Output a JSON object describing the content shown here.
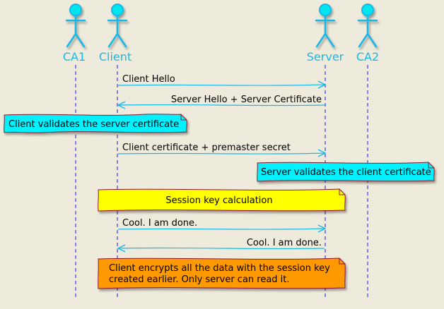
{
  "colors": {
    "background": "#eeebdc",
    "actor_fill": "#00e5ee",
    "actor_stroke": "#18b8e8",
    "label": "#18b8e8",
    "lifeline": "#1a1aee",
    "arrow": "#18b8e8",
    "note_border": "#8a1a2a",
    "note_cyan": "#00f2ff",
    "note_yellow": "#ffff00",
    "note_orange": "#ff9900"
  },
  "participants": [
    {
      "id": "ca1",
      "label": "CA1"
    },
    {
      "id": "client",
      "label": "Client"
    },
    {
      "id": "server",
      "label": "Server"
    },
    {
      "id": "ca2",
      "label": "CA2"
    }
  ],
  "messages": [
    {
      "from": "client",
      "to": "server",
      "label": "Client Hello"
    },
    {
      "from": "server",
      "to": "client",
      "label": "Server Hello + Server Certificate"
    },
    {
      "from": "client",
      "to": "server",
      "label": "Client certificate + premaster secret"
    },
    {
      "from": "client",
      "to": "server",
      "label": "Cool. I am done."
    },
    {
      "from": "server",
      "to": "client",
      "label": "Cool. I am done."
    }
  ],
  "notes": [
    {
      "lines": [
        "Client validates the server certificate"
      ],
      "color": "note_cyan"
    },
    {
      "lines": [
        "Server validates the client certificate"
      ],
      "color": "note_cyan"
    },
    {
      "lines": [
        "Session key calculation"
      ],
      "color": "note_yellow"
    },
    {
      "lines": [
        "Client encrypts all the data with the session key",
        "created earlier. Only server can read it."
      ],
      "color": "note_orange"
    }
  ]
}
